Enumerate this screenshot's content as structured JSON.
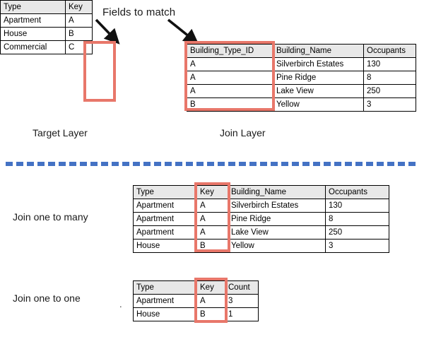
{
  "title": "Fields to match",
  "colors": {
    "highlight": "#e8776a",
    "divider": "#4472c4",
    "header_bg": "#e8e8e8",
    "border": "#000000"
  },
  "captions": {
    "target_layer": "Target Layer",
    "join_layer": "Join Layer",
    "join_one_to_many": "Join one to many",
    "join_one_to_one": "Join one to one",
    "stray_dot": "."
  },
  "target_table": {
    "name": "Target Layer",
    "headers": [
      "Type",
      "Key"
    ],
    "rows": [
      [
        "Apartment",
        "A"
      ],
      [
        "House",
        "B"
      ],
      [
        "Commercial",
        "C"
      ]
    ],
    "highlighted_column": "Key"
  },
  "join_table": {
    "name": "Join Layer",
    "headers": [
      "Building_Type_ID",
      "Building_Name",
      "Occupants"
    ],
    "rows": [
      [
        "A",
        "Silverbirch Estates",
        "130"
      ],
      [
        "A",
        "Pine Ridge",
        "8"
      ],
      [
        "A",
        "Lake View",
        "250"
      ],
      [
        "B",
        "Yellow",
        "3"
      ]
    ],
    "highlighted_column": "Building_Type_ID"
  },
  "one_to_many_table": {
    "name": "Join one to many result",
    "headers": [
      "Type",
      "Key",
      "Building_Name",
      "Occupants"
    ],
    "rows": [
      [
        "Apartment",
        "A",
        "Silverbirch Estates",
        "130"
      ],
      [
        "Apartment",
        "A",
        "Pine Ridge",
        "8"
      ],
      [
        "Apartment",
        "A",
        "Lake View",
        "250"
      ],
      [
        "House",
        "B",
        "Yellow",
        "3"
      ]
    ],
    "highlighted_column": "Key"
  },
  "one_to_one_table": {
    "name": "Join one to one result",
    "headers": [
      "Type",
      "Key",
      "Count"
    ],
    "rows": [
      [
        "Apartment",
        "A",
        "3"
      ],
      [
        "House",
        "B",
        "1"
      ]
    ],
    "highlighted_column": "Key"
  },
  "arrows": [
    {
      "name": "arrow-to-target-key",
      "points_to": "Key"
    },
    {
      "name": "arrow-to-join-key",
      "points_to": "Building_Type_ID"
    }
  ]
}
